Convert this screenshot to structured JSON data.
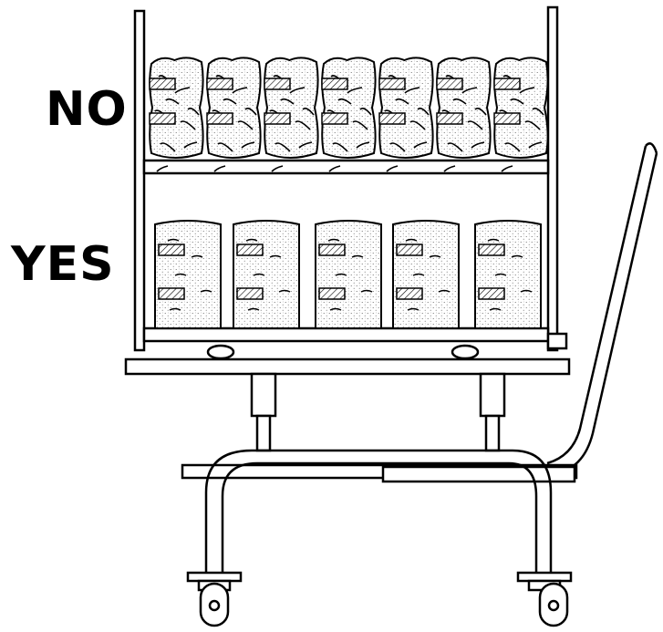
{
  "labels": {
    "top_shelf": "NO",
    "bottom_shelf": "YES"
  },
  "illustration": {
    "subject": "cart-with-shelves",
    "top_shelf_bag_count": 7,
    "bottom_shelf_bag_count": 5,
    "colors": {
      "line": "#000000",
      "background": "#ffffff",
      "stipple": "#555555"
    }
  }
}
